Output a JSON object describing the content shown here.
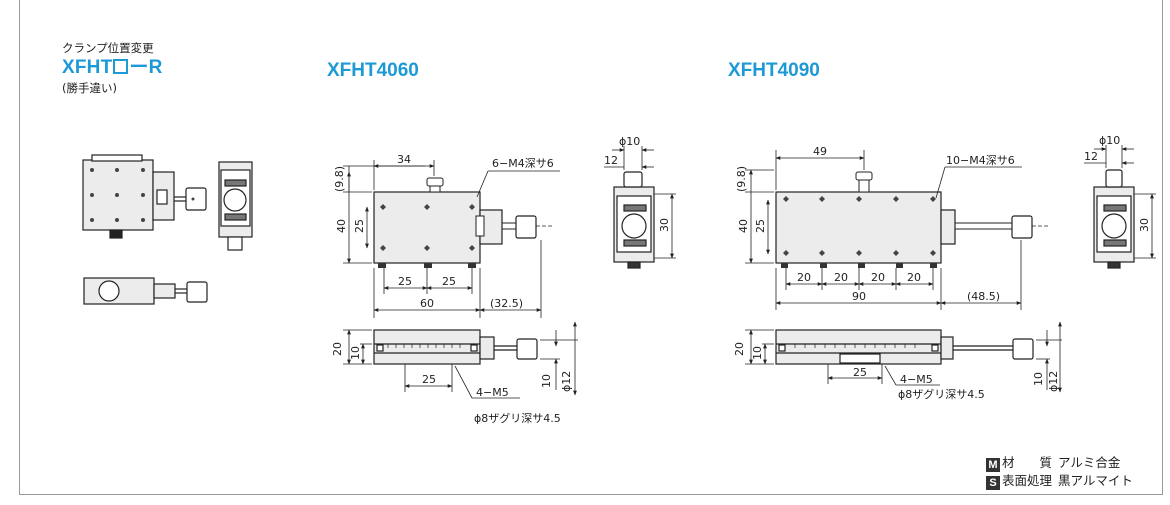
{
  "variant": {
    "note_top": "クランプ位置変更",
    "model_prefix": "XFHT",
    "model_suffix": "ーR",
    "note_bottom": "(勝手違い)"
  },
  "models": [
    {
      "name": "XFHT4060"
    },
    {
      "name": "XFHT4090"
    }
  ],
  "dims_4060": {
    "top_34": "34",
    "hole_note": "6−M4深サ6",
    "h_9_8": "(9.8)",
    "h_40": "40",
    "h_25": "25",
    "w_25a": "25",
    "w_25b": "25",
    "w_60": "60",
    "w_32_5": "(32.5)",
    "phi10": "ϕ10",
    "s12": "12",
    "s30": "30",
    "f20": "20",
    "f10": "10",
    "f25": "25",
    "f10b": "10",
    "phi12": "ϕ12",
    "m5": "4−M5",
    "counterbore": "ϕ8ザグリ深サ4.5"
  },
  "dims_4090": {
    "top_49": "49",
    "hole_note": "10−M4深サ6",
    "h_9_8": "(9.8)",
    "h_40": "40",
    "h_25": "25",
    "w_20a": "20",
    "w_20b": "20",
    "w_20c": "20",
    "w_20d": "20",
    "w_90": "90",
    "w_48_5": "(48.5)",
    "phi10": "ϕ10",
    "s12": "12",
    "s30": "30",
    "f20": "20",
    "f10": "10",
    "f25": "25",
    "f10b": "10",
    "phi12": "ϕ12",
    "m5": "4−M5",
    "counterbore": "ϕ8ザグリ深サ4.5"
  },
  "specs": [
    {
      "key": "M",
      "label": "材　　質",
      "value": "アルミ合金"
    },
    {
      "key": "S",
      "label": "表面処理",
      "value": "黒アルマイト"
    }
  ],
  "colors": {
    "accent": "#1d9ad6",
    "line": "#222222",
    "frame": "#9a9a9a",
    "fill": "#ececec"
  }
}
